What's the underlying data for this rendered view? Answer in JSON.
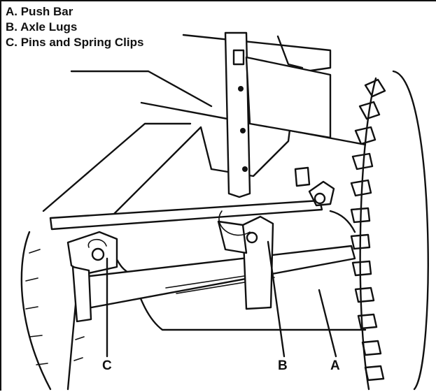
{
  "legend": {
    "item_a": "A. Push Bar",
    "item_b": "B. Axle Lugs",
    "item_c": "C. Pins and Spring Clips"
  },
  "callouts": {
    "a": "A",
    "b": "B",
    "c": "C"
  },
  "colors": {
    "line": "#111111",
    "background": "#ffffff"
  }
}
